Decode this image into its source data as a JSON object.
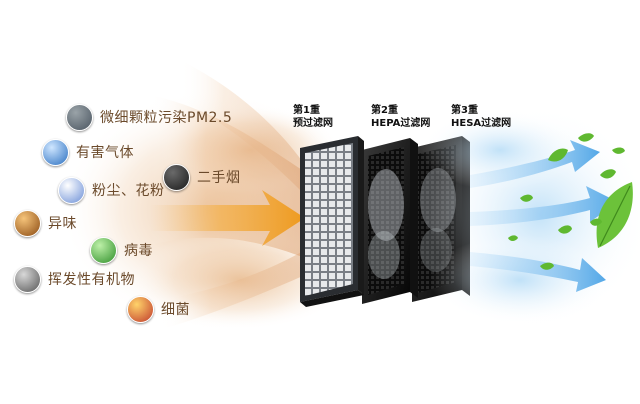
{
  "pollutants": [
    {
      "label": "微细颗粒污染PM2.5",
      "icon": "city-smog-icon",
      "colors": [
        "#9aa3a8",
        "#4a5560"
      ]
    },
    {
      "label": "有害气体",
      "icon": "earth-icon",
      "colors": [
        "#cfe6ff",
        "#2a6fc0"
      ]
    },
    {
      "label": "二手烟",
      "icon": "cigarette-icon",
      "colors": [
        "#6a6a6a",
        "#1a1a1a"
      ]
    },
    {
      "label": "粉尘、花粉",
      "icon": "pollen-icon",
      "colors": [
        "#ffffff",
        "#6a8ed6"
      ]
    },
    {
      "label": "异味",
      "icon": "food-icon",
      "colors": [
        "#f6c47a",
        "#8a4a12"
      ]
    },
    {
      "label": "病毒",
      "icon": "virus-icon",
      "colors": [
        "#bdf0a8",
        "#2f8f2a"
      ]
    },
    {
      "label": "挥发性有机物",
      "icon": "chemical-icon",
      "colors": [
        "#d8d8d8",
        "#555555"
      ]
    },
    {
      "label": "细菌",
      "icon": "bacteria-icon",
      "colors": [
        "#ffd36a",
        "#c0392b"
      ]
    }
  ],
  "filters": [
    {
      "stage": "第1重",
      "name": "预过滤网"
    },
    {
      "stage": "第2重",
      "name": "HEPA过滤网"
    },
    {
      "stage": "第3重",
      "name": "HESA过滤网"
    }
  ],
  "colors": {
    "dirty_air": "#e8b27a",
    "arrow_in": "#f0a030",
    "clean_air": "#6fb7ee",
    "leaf": "#5fb830",
    "label_text": "#6b4a2b"
  }
}
